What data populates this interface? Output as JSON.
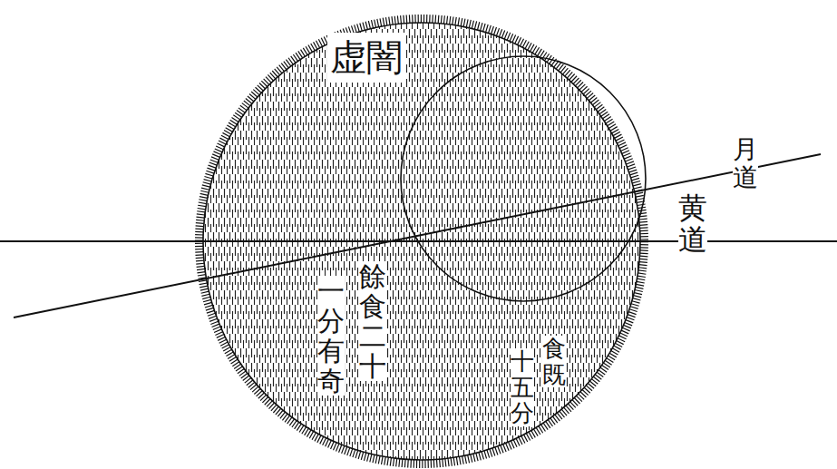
{
  "diagram": {
    "nodes": [
      {
        "text": [
          "虚闇"
        ]
      }
    ],
    "labels": [
      "月道",
      "黄道",
      "餘食二十",
      "一分有奇",
      "食既",
      "十五分"
    ]
  }
}
